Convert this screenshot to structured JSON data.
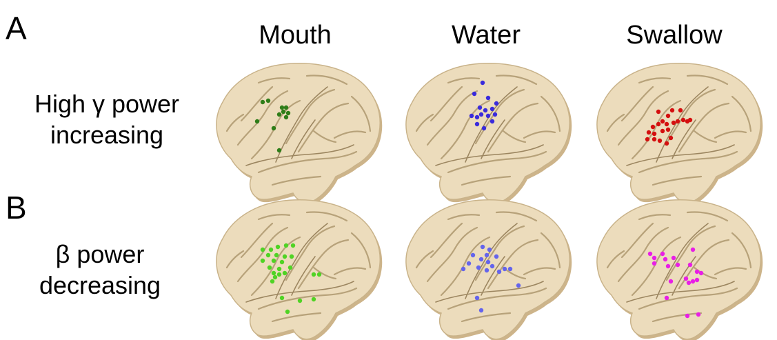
{
  "panels": [
    {
      "letter": "A",
      "row_label": [
        "High γ power",
        "increasing"
      ],
      "brains": [
        {
          "column": "Mouth",
          "dot_color": "#2e7d18",
          "dot_count": 11
        },
        {
          "column": "Water",
          "dot_color": "#3a2bdc",
          "dot_count": 15
        },
        {
          "column": "Swallow",
          "dot_color": "#d40f0f",
          "dot_count": 22
        }
      ]
    },
    {
      "letter": "B",
      "row_label": [
        "β power",
        "decreasing"
      ],
      "brains": [
        {
          "column": "Mouth",
          "dot_color": "#4fd324",
          "dot_count": 26
        },
        {
          "column": "Water",
          "dot_color": "#6464ec",
          "dot_count": 18
        },
        {
          "column": "Swallow",
          "dot_color": "#e81ee6",
          "dot_count": 20
        }
      ]
    }
  ],
  "columns": [
    "Mouth",
    "Water",
    "Swallow"
  ],
  "brain_fill": "#ecdcbc",
  "brain_shadow": "#cdb48a"
}
